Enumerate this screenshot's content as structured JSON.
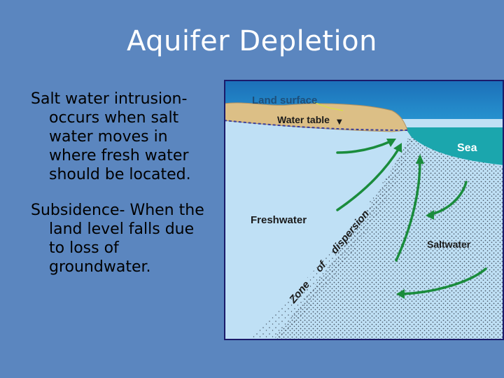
{
  "slide": {
    "title": "Aquifer Depletion",
    "bullets": [
      "Salt water intrusion-occurs when salt water moves in where fresh water should be located.",
      "Subsidence- When the land level falls due to loss of groundwater."
    ]
  },
  "diagram": {
    "labels": {
      "land_surface": "Land surface",
      "water_table": "Water table",
      "water_table_marker": "▼",
      "sea": "Sea",
      "freshwater": "Freshwater",
      "saltwater": "Saltwater",
      "zone_word_1": "Zone",
      "zone_word_2": "of",
      "zone_word_3": "dispersion"
    },
    "colors": {
      "background": "#5b86bf",
      "sky": "#1f7fc4",
      "land": "#dcbf86",
      "freshwater": "#bfe0f5",
      "sea": "#1ba6ad",
      "saltwater_dots": "#4a5868",
      "arrows": "#1a8c3c",
      "label_text": "#1a1a1a",
      "land_label_text": "#1e4f7a"
    }
  }
}
